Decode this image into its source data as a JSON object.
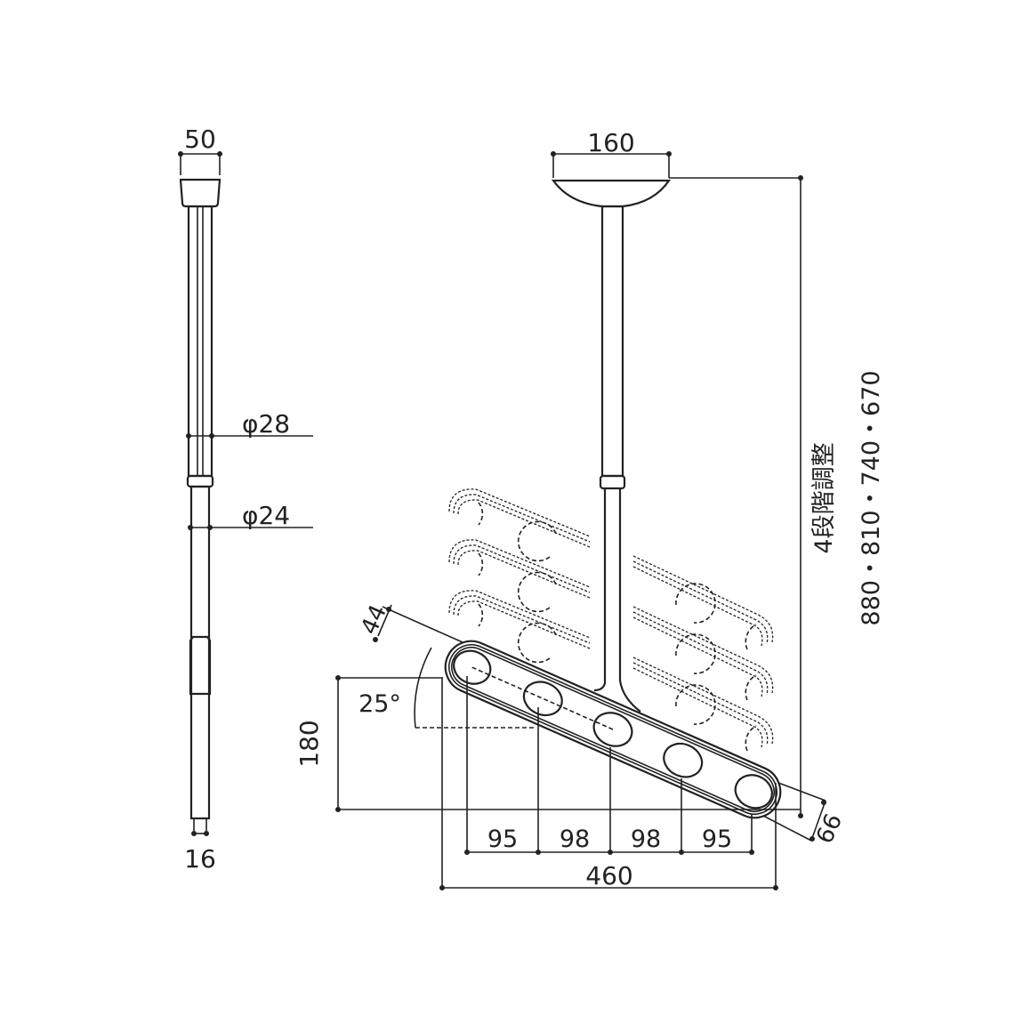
{
  "side_view": {
    "top_width": "50",
    "upper_pipe_diameter": "φ28",
    "lower_pipe_diameter": "φ24",
    "bottom_width": "16"
  },
  "front_view": {
    "base_width": "160",
    "adjust_label": "4段階調整",
    "height_options": "880・810・740・670",
    "arm_width": "44",
    "angle": "25°",
    "arm_drop": "180",
    "hole_pitches": [
      "95",
      "98",
      "98",
      "95"
    ],
    "total_width": "460",
    "arm_end": "66"
  }
}
